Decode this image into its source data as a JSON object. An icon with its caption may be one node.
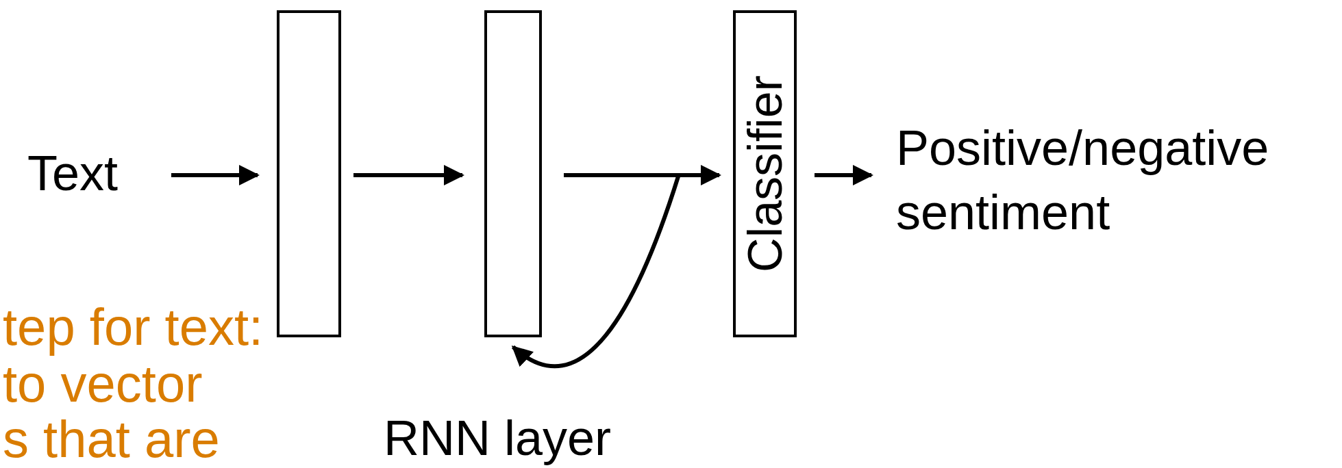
{
  "diagram": {
    "nodes": [
      {
        "text": [
          "Text"
        ]
      },
      {
        "text": [],
        "shape": "box"
      },
      {
        "text": [],
        "shape": "box",
        "beside": [
          "RNN layer"
        ]
      },
      {
        "text": [
          "Classifier"
        ]
      },
      {
        "text": [
          "Positive/negative sentiment"
        ]
      }
    ],
    "edges": [
      {
        "from": 0,
        "to": 1,
        "arrow": "to"
      },
      {
        "from": 1,
        "to": 2,
        "arrow": "to"
      },
      {
        "from": 2,
        "to": 3,
        "arrow": "to"
      },
      {
        "from": 3,
        "to": 4,
        "arrow": "to"
      },
      {
        "from": null,
        "to": 2,
        "arrow": "to"
      }
    ],
    "labels": [
      "tep for text:",
      "to vector",
      "s that are"
    ]
  }
}
